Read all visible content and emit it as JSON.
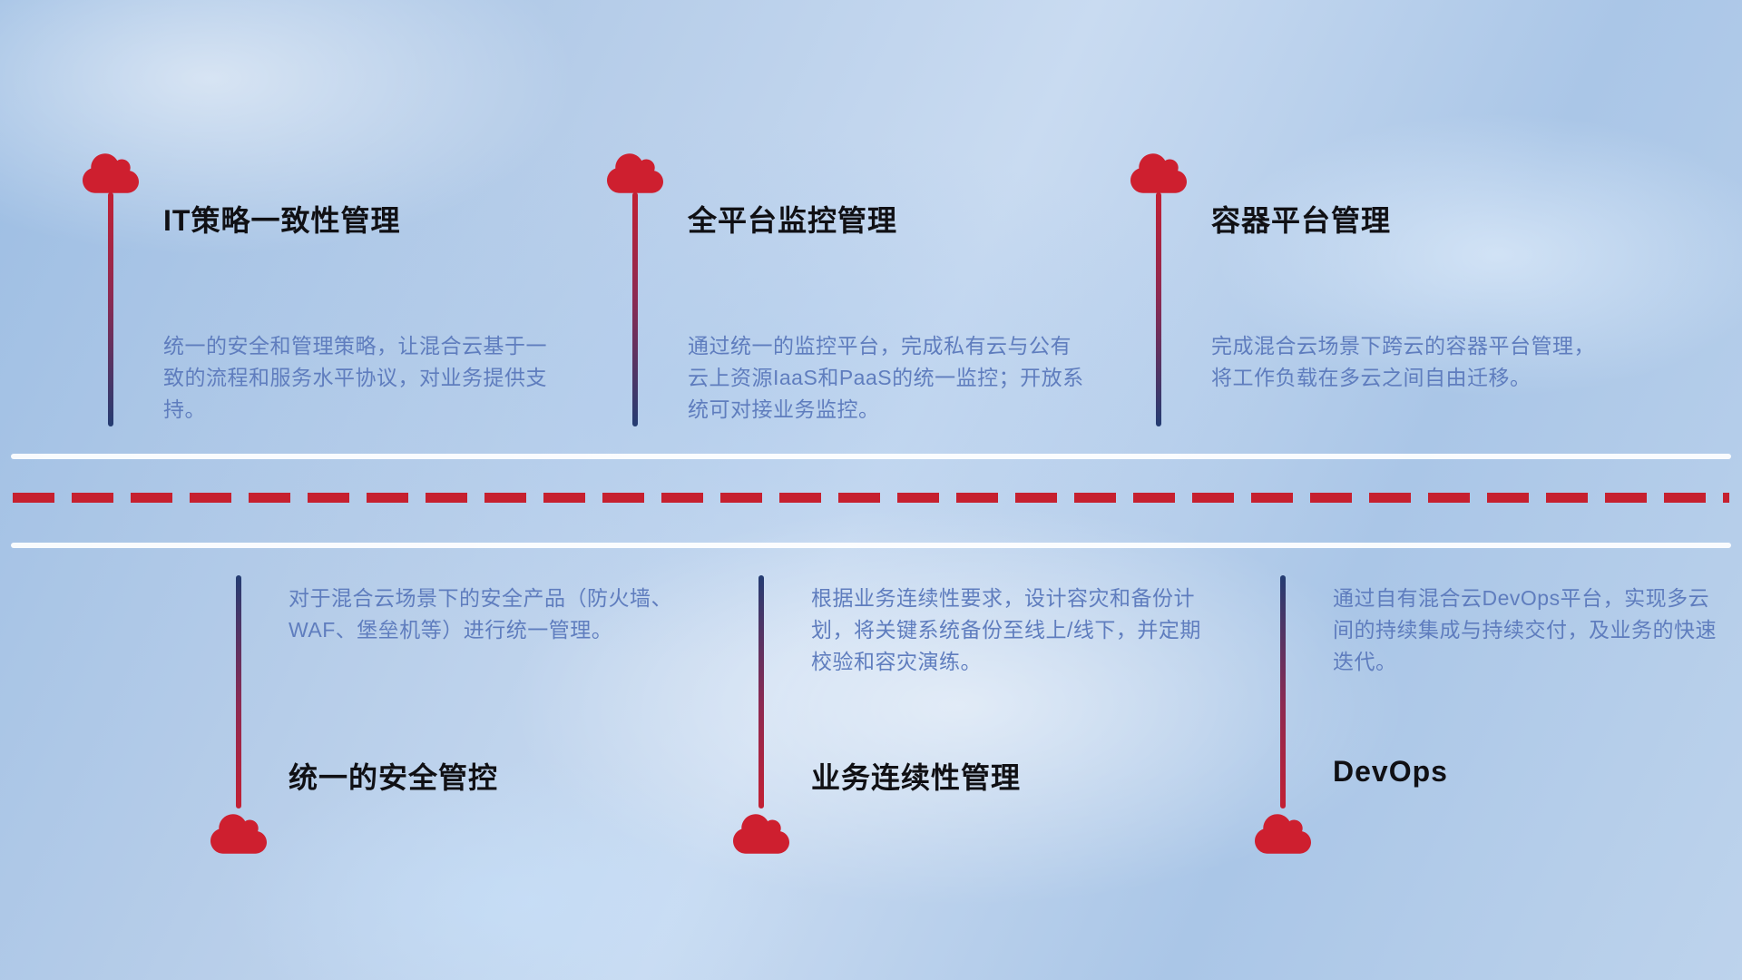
{
  "diagram": {
    "theme": "hybrid-cloud-capabilities-roadmap",
    "colors": {
      "accent_red": "#c6202f",
      "stem_navy": "#243c72",
      "title_text": "#101014",
      "description_text": "#5f7dbe",
      "road_white": "#ffffff",
      "background_blue": "#b6cde9"
    },
    "icons": {
      "milestone_marker": "cloud-icon"
    }
  },
  "top_items": [
    {
      "title": "IT策略一致性管理",
      "description": "统一的安全和管理策略，让混合云基于一致的流程和服务水平协议，对业务提供支持。"
    },
    {
      "title": "全平台监控管理",
      "description": "通过统一的监控平台，完成私有云与公有云上资源IaaS和PaaS的统一监控；开放系统可对接业务监控。"
    },
    {
      "title": "容器平台管理",
      "description": "完成混合云场景下跨云的容器平台管理，将工作负载在多云之间自由迁移。"
    }
  ],
  "bottom_items": [
    {
      "title": "统一的安全管控",
      "description": "对于混合云场景下的安全产品（防火墙、WAF、堡垒机等）进行统一管理。"
    },
    {
      "title": "业务连续性管理",
      "description": "根据业务连续性要求，设计容灾和备份计划，将关键系统备份至线上/线下，并定期校验和容灾演练。"
    },
    {
      "title": "DevOps",
      "description": "通过自有混合云DevOps平台，实现多云间的持续集成与持续交付，及业务的快速迭代。"
    }
  ]
}
